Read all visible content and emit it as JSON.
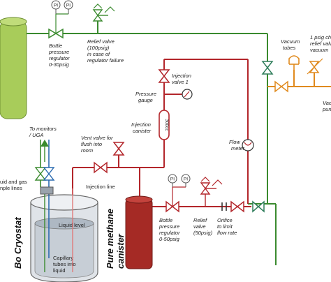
{
  "colors": {
    "green_pipe": "#3a8a2e",
    "red_pipe": "#b3262b",
    "orange_pipe": "#e08a1e",
    "blue_pipe": "#2c6bb0",
    "gas_bottle": "#a8cc5a",
    "methane_bottle": "#a52a25",
    "valve_green": "#2e7d5a"
  },
  "labels": {
    "bottle_regulator_top": [
      "Bottle",
      "pressure",
      "regulator",
      "0-30psig"
    ],
    "relief_valve_top": [
      "Relief valve",
      "(100psig)",
      "in case of",
      "regulator failure"
    ],
    "vacuum_tubes": [
      "Vacuum",
      "tubes"
    ],
    "psig_relief": [
      "1 psig ch",
      "relief valv",
      "vacuum"
    ],
    "vac_pump": [
      "Vac",
      "pun"
    ],
    "injection_valve": [
      "Injection",
      "valve 1"
    ],
    "pressure_gauge": [
      "Pressure",
      "gauge"
    ],
    "injection_canister": [
      "Injection",
      "canister"
    ],
    "canister_volume": "300cc",
    "to_monitors": [
      "To monitors",
      "/ UGA"
    ],
    "vent_valve": [
      "Vent valve for",
      "flush into",
      "room"
    ],
    "flow_meter": [
      "Flow",
      "meter"
    ],
    "liquid_gas_lines": [
      "uid and gas",
      "nple lines"
    ],
    "injection_line": "Injection line",
    "liquid_level": "Liquid level",
    "capillary_tubes": [
      "Capillary",
      "tubes into",
      "liquid"
    ],
    "cryostat": "Bo Cryostat",
    "methane_canister": [
      "Pure methane",
      "canister"
    ],
    "bottle_regulator_bottom": [
      "Bottle",
      "pressure",
      "regulator",
      "0-50psig"
    ],
    "relief_valve_bottom": [
      "Relief",
      "valve",
      "(50psig)"
    ],
    "orifice": [
      "Orifice",
      "to limit",
      "flow rate"
    ],
    "gauge_symbol": "PI"
  }
}
